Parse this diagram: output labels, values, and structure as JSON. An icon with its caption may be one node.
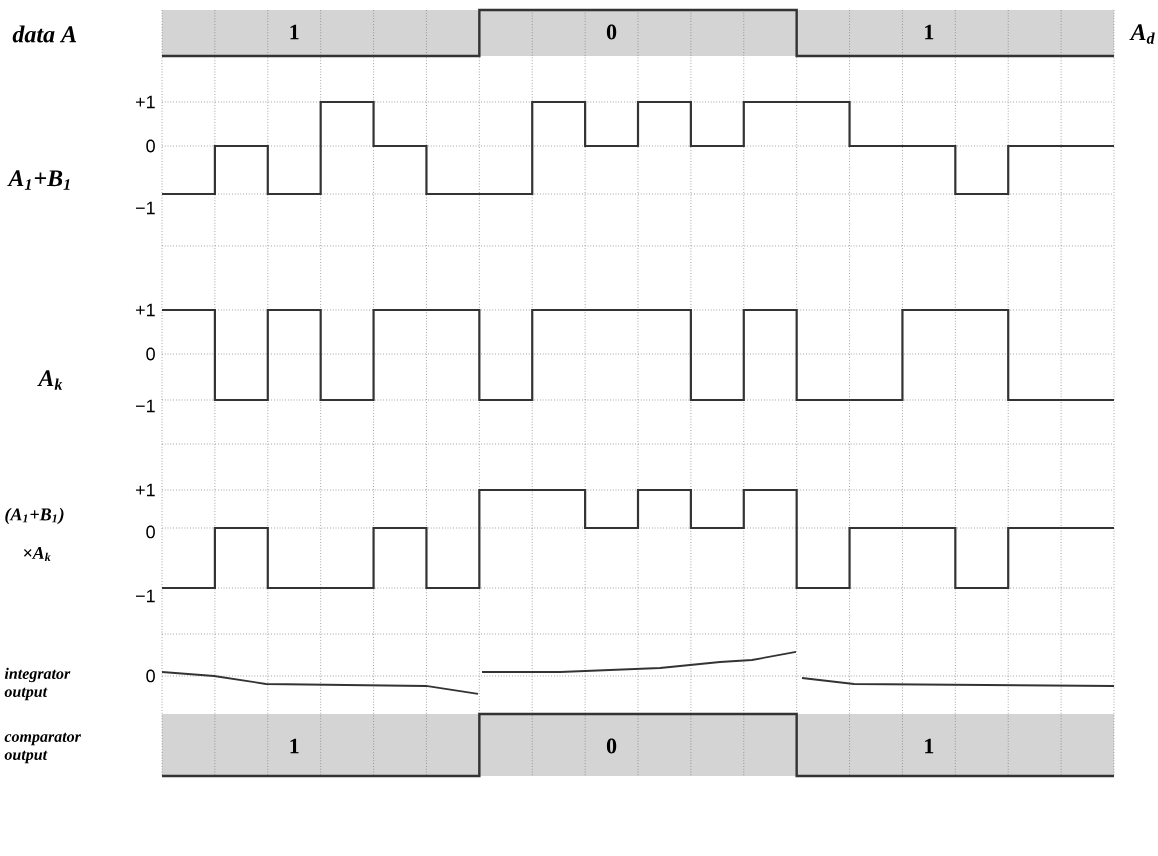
{
  "diagram": {
    "labels": [
      "data A",
      "1",
      "0",
      "1",
      "A$_{d}$",
      "+1",
      "0",
      "−1",
      "A$_{1}$+B$_{1}$",
      "+1",
      "0",
      "−1",
      "A$_{k}$",
      "+1",
      "(A$_{1}$+B$_{1}$)",
      "0",
      "×A$_{k}$",
      "−1",
      "integrator output",
      "0",
      "comparator output",
      "1",
      "0",
      "1"
    ]
  }
}
